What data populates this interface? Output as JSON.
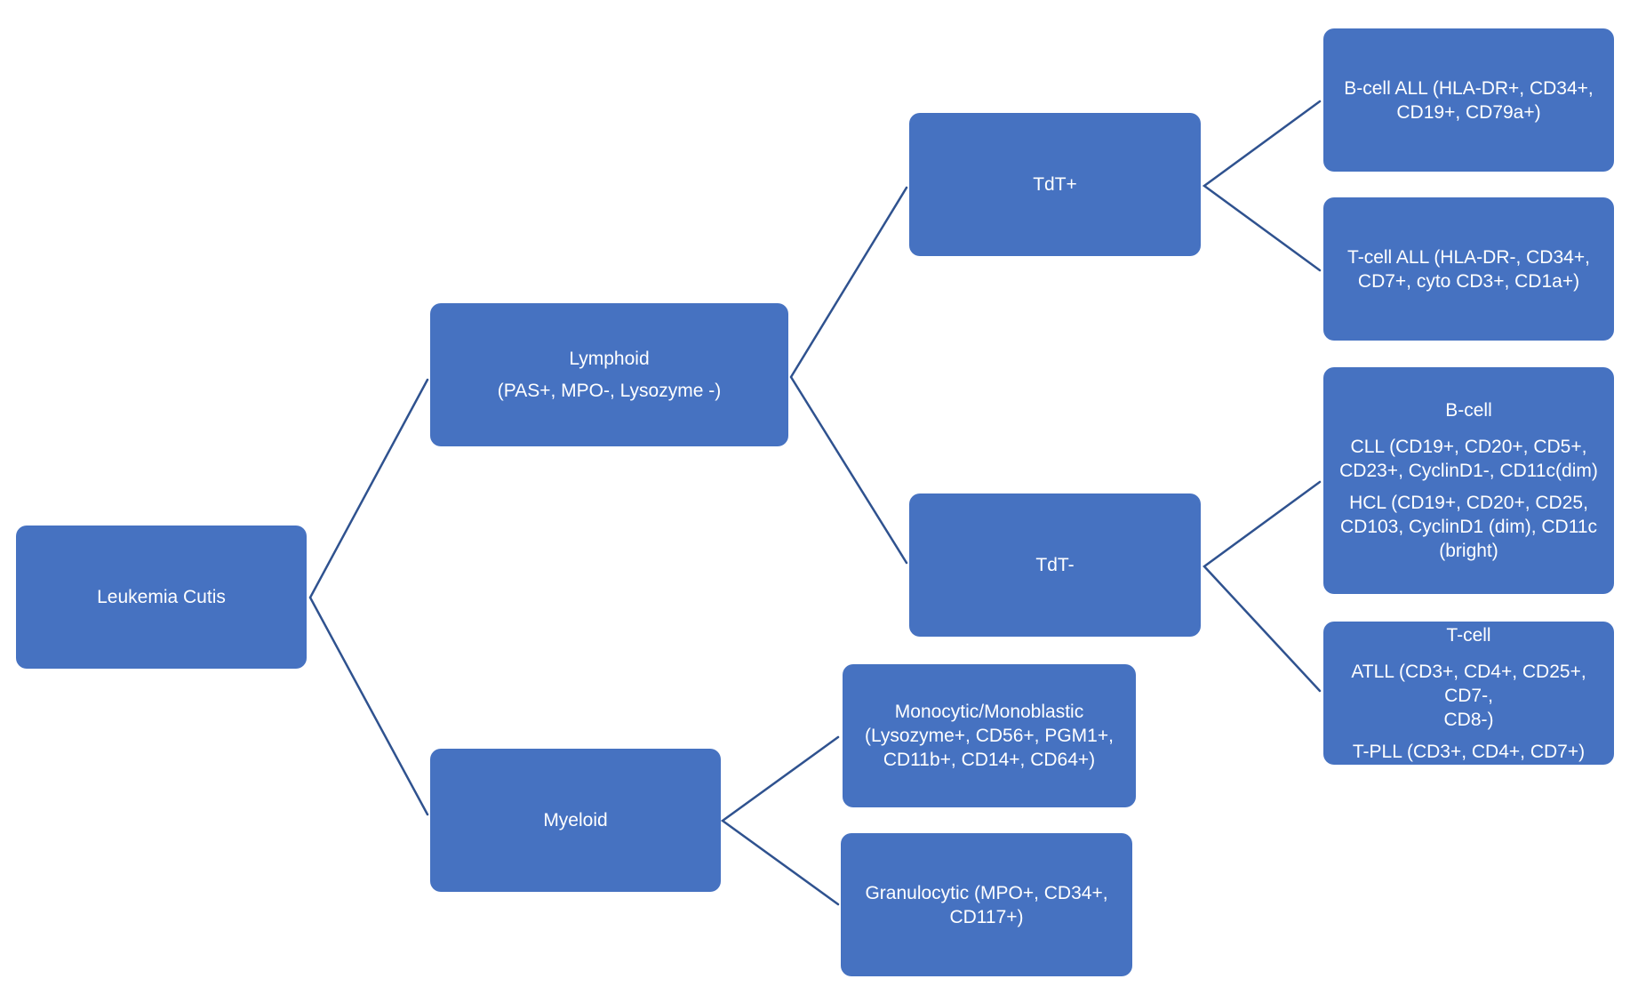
{
  "diagram": {
    "root": {
      "label": "Leukemia Cutis"
    },
    "lymphoid": {
      "title": "Lymphoid",
      "markers": "(PAS+, MPO-, Lysozyme -)"
    },
    "myeloid": {
      "label": "Myeloid"
    },
    "tdt_pos": {
      "label": "TdT+"
    },
    "tdt_neg": {
      "label": "TdT-"
    },
    "bcell_all": {
      "line1": "B-cell ALL (HLA-DR+, CD34+,",
      "line2": "CD19+, CD79a+)"
    },
    "tcell_all": {
      "line1": "T-cell ALL (HLA-DR-, CD34+,",
      "line2": "CD7+, cyto CD3+, CD1a+)"
    },
    "bcell": {
      "title": "B-cell",
      "cll_line1": "CLL (CD19+, CD20+, CD5+,",
      "cll_line2": "CD23+, CyclinD1-, CD11c(dim)",
      "hcl_line1": "HCL (CD19+, CD20+, CD25,",
      "hcl_line2": "CD103, CyclinD1 (dim), CD11c",
      "hcl_line3": "(bright)"
    },
    "tcell": {
      "title": "T-cell",
      "atll_line1": "ATLL (CD3+, CD4+, CD25+, CD7-,",
      "atll_line2": "CD8-)",
      "tpll": "T-PLL (CD3+, CD4+, CD7+)"
    },
    "monocytic": {
      "line1": "Monocytic/Monoblastic",
      "line2": "(Lysozyme+, CD56+, PGM1+,",
      "line3": "CD11b+, CD14+, CD64+)"
    },
    "granulocytic": {
      "line1": "Granulocytic (MPO+, CD34+,",
      "line2": "CD117+)"
    },
    "colors": {
      "node_fill": "#4672c1",
      "node_text": "#ffffff",
      "connector": "#2f528f"
    }
  }
}
